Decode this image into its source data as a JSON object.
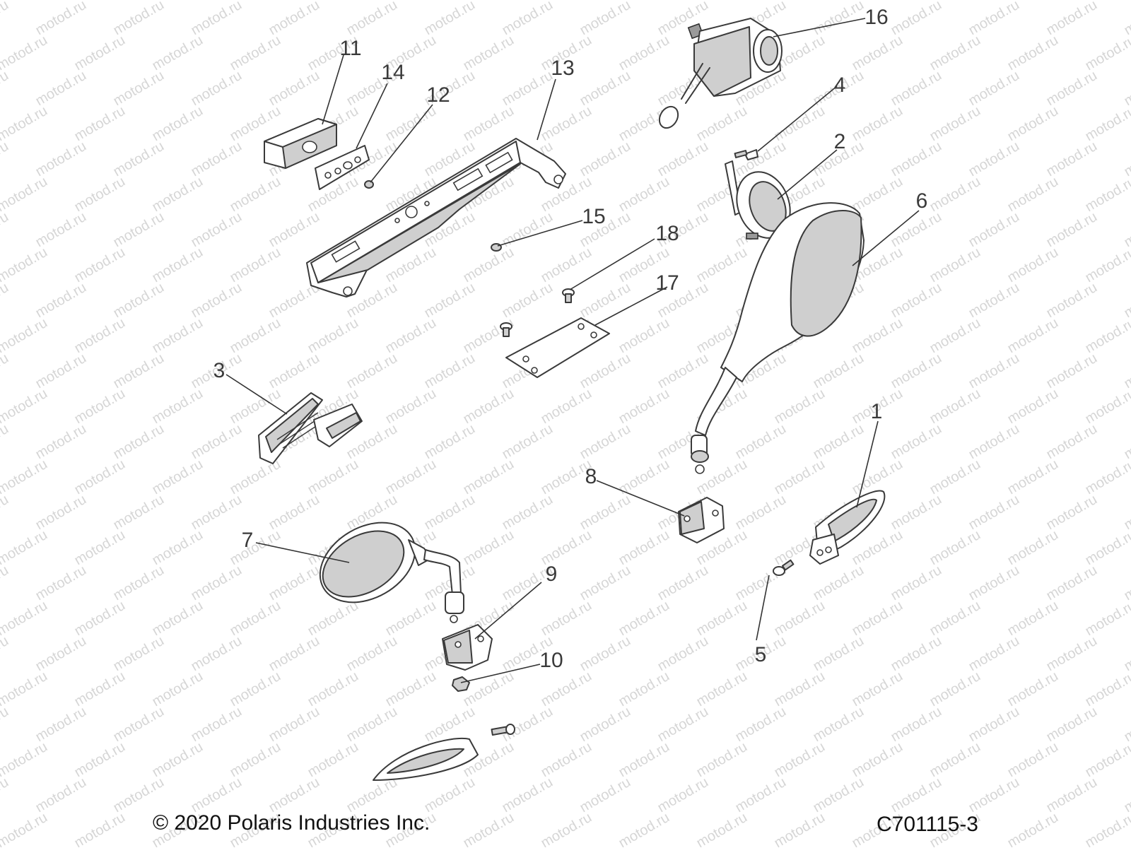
{
  "diagram": {
    "callouts": [
      "1",
      "2",
      "3",
      "4",
      "5",
      "6",
      "7",
      "8",
      "9",
      "10",
      "11",
      "12",
      "13",
      "14",
      "15",
      "16",
      "17",
      "18"
    ],
    "watermark": "motod.ru",
    "footer": {
      "copyright": "© 2020 Polaris Industries Inc.",
      "figure_code": "C701115-3"
    }
  },
  "colors": {
    "line": "#3a3a3a",
    "fill_gray": "#cfcfcf",
    "watermark": "#d6d6d6",
    "background": "#ffffff"
  }
}
